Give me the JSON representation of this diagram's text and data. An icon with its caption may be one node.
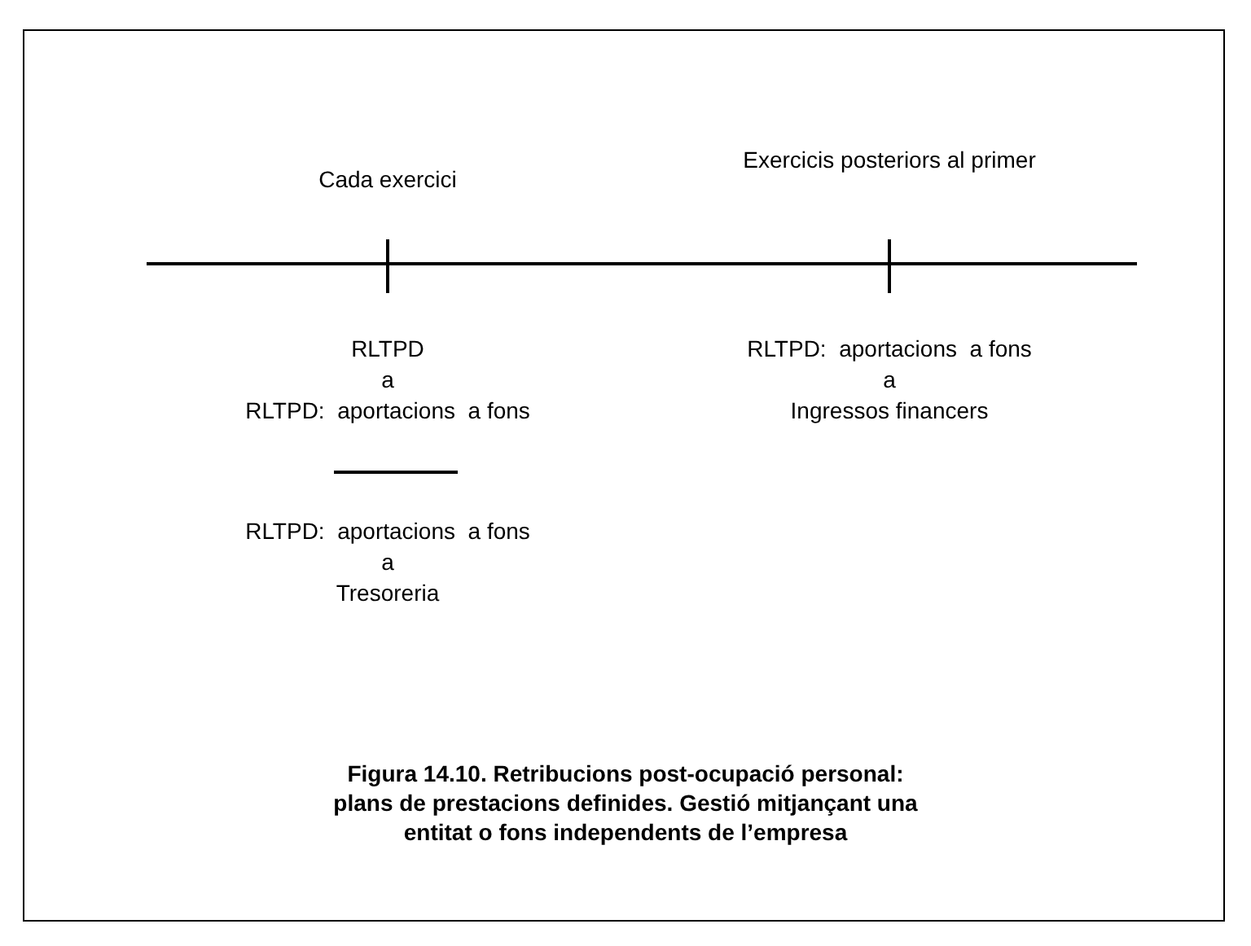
{
  "diagram": {
    "caption": "Figura 14.10. Retribucions post-ocupació personal: plans de prestacions definides. Gestió mitjançant una entitat o fons independents de l’empresa",
    "labels": [
      "Cada exercici",
      "Exercicis posteriors al primer",
      "RLTPD",
      "a",
      "RLTPD:  aportacions  a fons",
      "RLTPD:  aportacions  a fons",
      "a",
      "Ingressos financers",
      "RLTPD:  aportacions  a fons",
      "a",
      "Tresoreria"
    ]
  }
}
